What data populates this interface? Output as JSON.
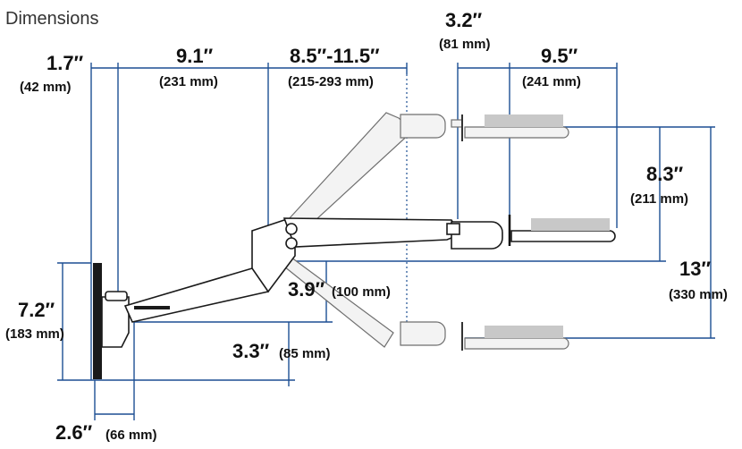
{
  "title": "Dimensions",
  "dimensions": {
    "wall_plate_depth": {
      "imperial": "1.7″",
      "metric": "(42 mm)"
    },
    "first_link": {
      "imperial": "9.1″",
      "metric": "(231 mm)"
    },
    "arm_extension": {
      "imperial": "8.5″-11.5″",
      "metric": "(215-293 mm)"
    },
    "tilt_offset": {
      "imperial": "3.2″",
      "metric": "(81 mm)"
    },
    "tray_depth": {
      "imperial": "9.5″",
      "metric": "(241 mm)"
    },
    "upper_travel": {
      "imperial": "8.3″",
      "metric": "(211 mm)"
    },
    "total_travel": {
      "imperial": "13″",
      "metric": "(330 mm)"
    },
    "plate_height": {
      "imperial": "7.2″",
      "metric": "(183 mm)"
    },
    "arm_drop": {
      "imperial": "3.9″",
      "metric": "(100 mm)"
    },
    "mount_offset": {
      "imperial": "3.3″",
      "metric": "(85 mm)"
    },
    "plate_width": {
      "imperial": "2.6″",
      "metric": "(66 mm)"
    }
  }
}
